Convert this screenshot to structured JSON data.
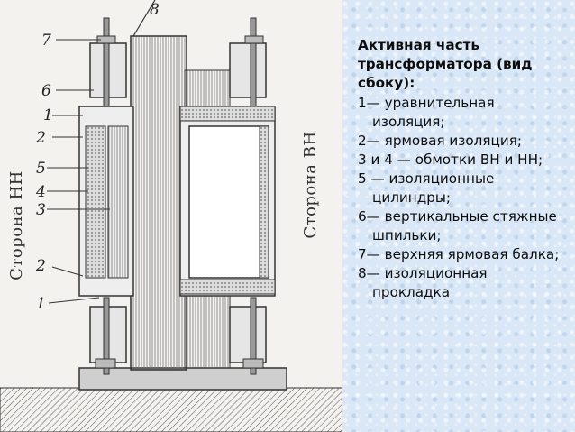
{
  "figure": {
    "side_left": "Сторона НН",
    "side_right": "Сторона ВН",
    "callouts": [
      "7",
      "6",
      "1",
      "2",
      "5",
      "4",
      "3",
      "2",
      "1",
      "8"
    ]
  },
  "legend": {
    "title": "Активная часть трансформатора (вид сбоку):",
    "items": [
      "1— уравнительная изоляция;",
      "2— ярмовая изоляция;",
      "3 и 4 — обмотки ВН и НН;",
      "5 — изоляционные цилиндры;",
      "6— вертикальные стяжные шпильки;",
      "7— верхняя ярмовая балка;",
      "8— изоляционная прокладка"
    ]
  }
}
